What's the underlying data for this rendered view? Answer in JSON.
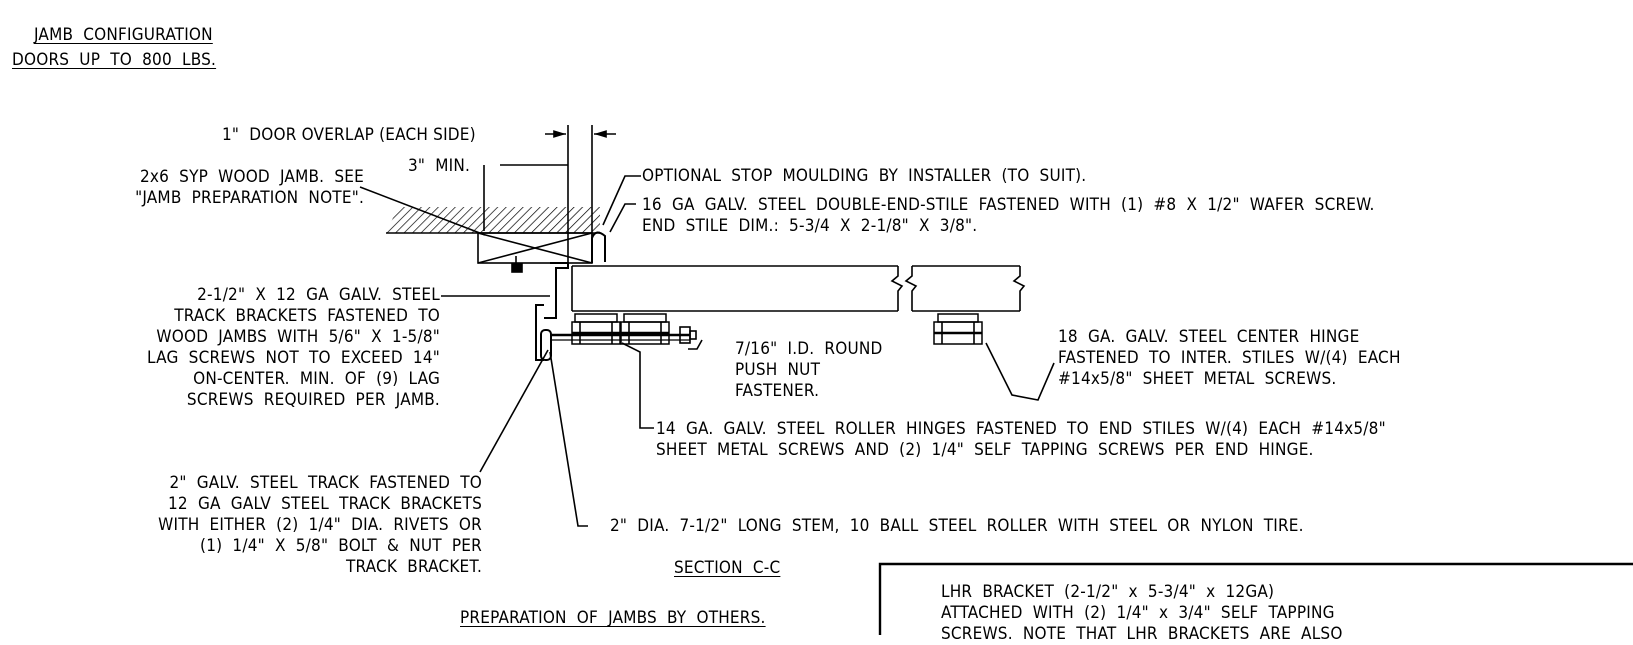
{
  "title": {
    "line1": "JAMB  CONFIGURATION",
    "line2": "DOORS  UP  TO  800  LBS."
  },
  "labels": {
    "door_overlap": "1\"  DOOR OVERLAP (EACH SIDE)",
    "min_3": "3\"  MIN.",
    "wood_jamb": "2x6  SYP  WOOD  JAMB.  SEE\n\"JAMB  PREPARATION  NOTE\".",
    "stop_moulding": "OPTIONAL  STOP  MOULDING  BY  INSTALLER  (TO  SUIT).",
    "end_stile": "16  GA  GALV.  STEEL  DOUBLE-END-STILE  FASTENED  WITH  (1)  #8  X  1/2\"  WAFER  SCREW.\nEND  STILE  DIM.:  5-3/4  X  2-1/8\"  X  3/8\".",
    "track_brackets": "2-1/2\"  X  12  GA  GALV.  STEEL\nTRACK  BRACKETS  FASTENED  TO\nWOOD  JAMBS  WITH  5/6\"  X  1-5/8\"\nLAG  SCREWS  NOT  TO  EXCEED  14\"\nON-CENTER.  MIN.  OF  (9)  LAG\nSCREWS  REQUIRED  PER  JAMB.",
    "push_nut": "7/16\"  I.D.  ROUND\nPUSH  NUT\nFASTENER.",
    "center_hinge": "18  GA.  GALV.  STEEL  CENTER  HINGE\nFASTENED  TO  INTER.  STILES  W/(4)  EACH\n#14x5/8\"  SHEET  METAL  SCREWS.",
    "roller_hinges": "14  GA.  GALV.  STEEL  ROLLER  HINGES  FASTENED  TO  END  STILES  W/(4)  EACH  #14x5/8\"\nSHEET  METAL  SCREWS  AND  (2)  1/4\"  SELF  TAPPING  SCREWS  PER  END  HINGE.",
    "steel_track": "2\"  GALV.  STEEL  TRACK  FASTENED  TO\n12  GA  GALV  STEEL  TRACK  BRACKETS\nWITH  EITHER  (2)  1/4\"  DIA.  RIVETS  OR\n(1)  1/4\"  X  5/8\"  BOLT  &  NUT  PER\nTRACK  BRACKET.",
    "roller": "2\"  DIA.  7-1/2\"  LONG  STEM,  10  BALL  STEEL  ROLLER  WITH  STEEL  OR  NYLON  TIRE.",
    "section": "SECTION  C-C",
    "preparation": "PREPARATION  OF  JAMBS  BY  OTHERS."
  },
  "note_box": {
    "text": "LHR  BRACKET  (2-1/2\"  x  5-3/4\"  x  12GA)\nATTACHED  WITH  (2)  1/4\"  x  3/4\"  SELF  TAPPING\nSCREWS.  NOTE  THAT  LHR  BRACKETS  ARE  ALSO"
  }
}
